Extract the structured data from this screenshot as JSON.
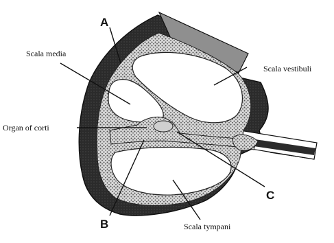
{
  "labels": {
    "scala_media": "Scala media",
    "scala_vestibuli": "Scala vestibuli",
    "organ_of_corti": "Organ of corti",
    "scala_tympani": "Scala tympani",
    "marker_a": "A",
    "marker_b": "B",
    "marker_c": "C"
  },
  "colors": {
    "ink": "#1a1a1a",
    "wall": "#2b2b2b",
    "stipple": "#8a8a8a",
    "chamber": "#ffffff",
    "paper": "#ffffff"
  }
}
